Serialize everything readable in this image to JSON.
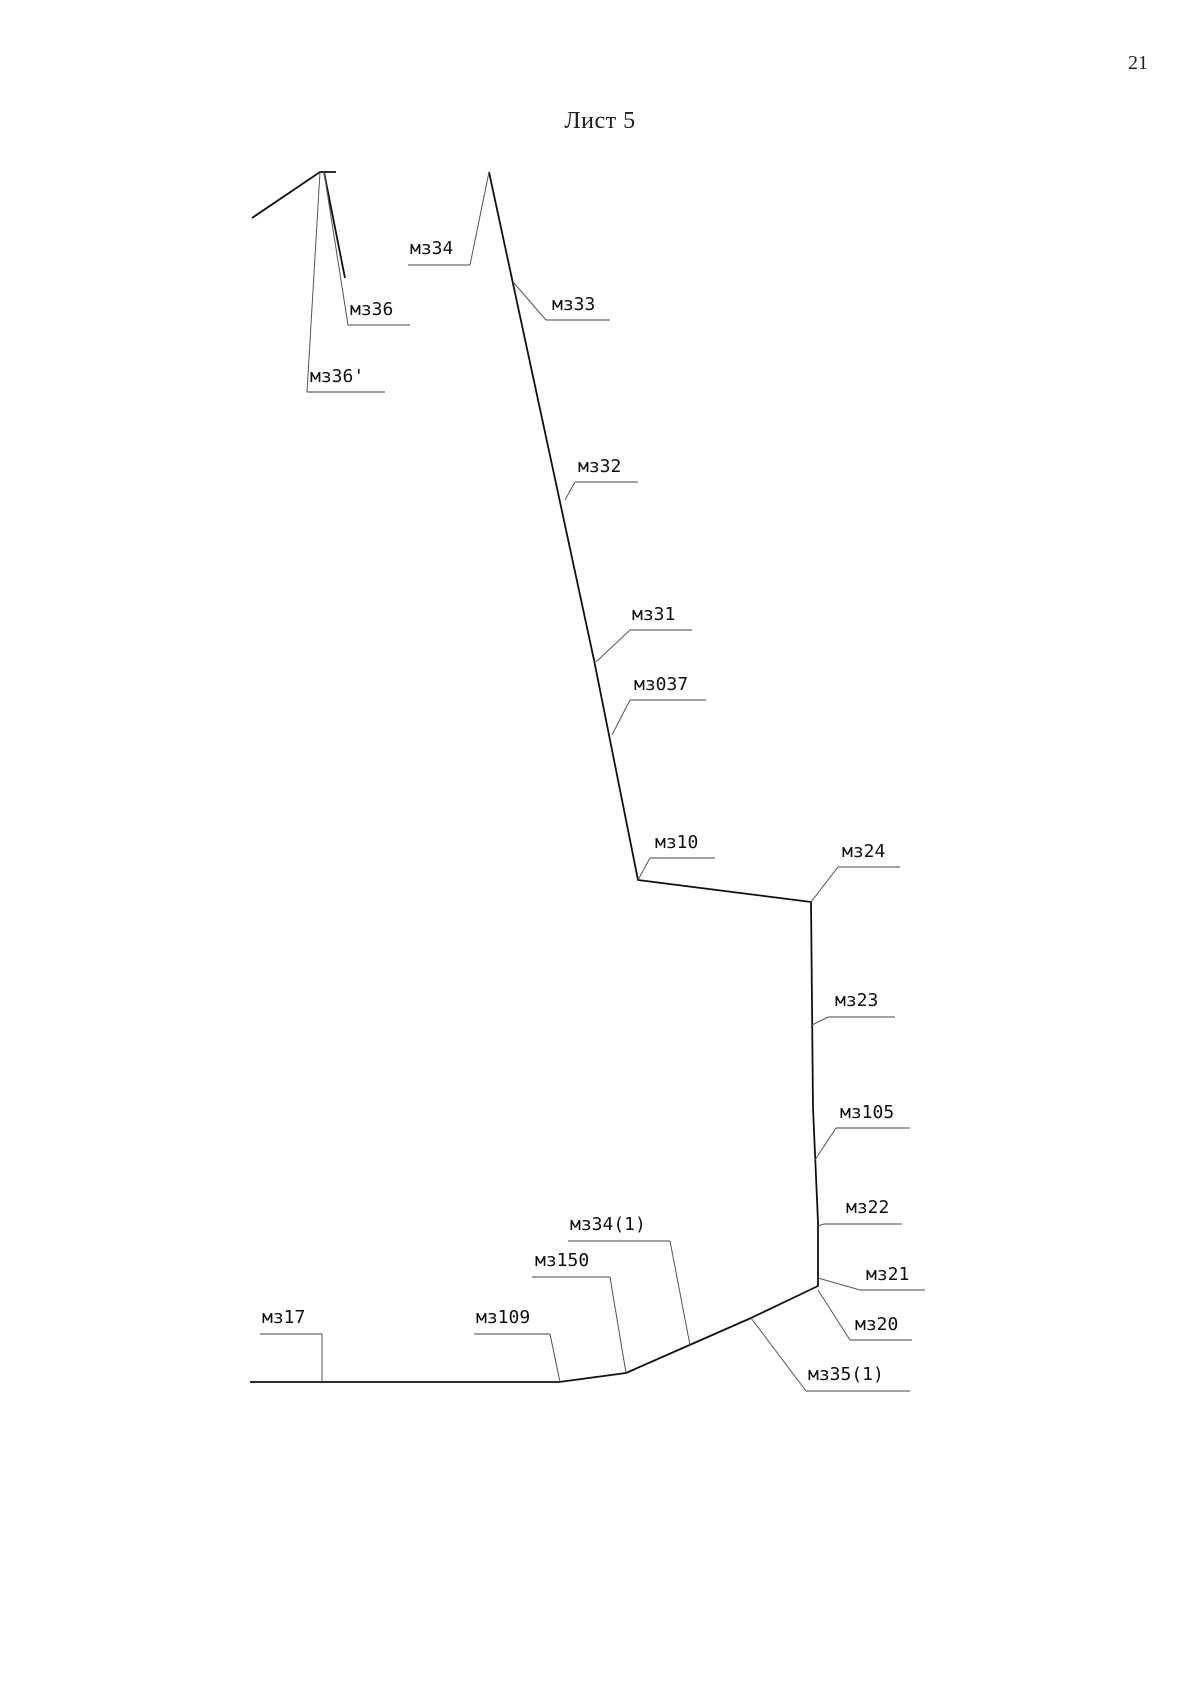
{
  "page_number": "21",
  "sheet_title": "Лист 5",
  "points": {
    "mz34": "мз34",
    "mz33": "мз33",
    "mz36": "мз36",
    "mz36p": "мз36'",
    "mz32": "мз32",
    "mz31": "мз31",
    "mz037": "мз037",
    "mz10": "мз10",
    "mz24": "мз24",
    "mz23": "мз23",
    "mz105": "мз105",
    "mz22": "мз22",
    "mz34_1": "мз34(1)",
    "mz21": "мз21",
    "mz150": "мз150",
    "mz20": "мз20",
    "mz17": "мз17",
    "mz109": "мз109",
    "mz35_1": "мз35(1)"
  }
}
